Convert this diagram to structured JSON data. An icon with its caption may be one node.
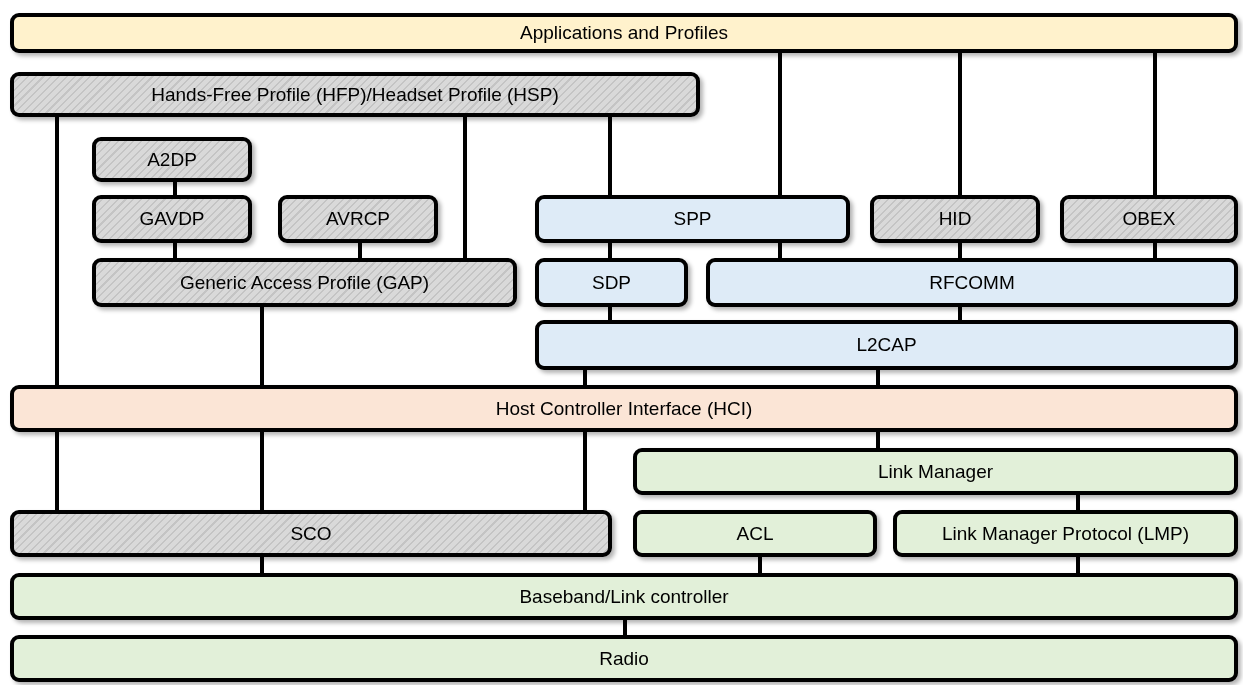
{
  "diagram": {
    "nodes": [
      {
        "text": [
          "Applications and Profiles"
        ]
      },
      {
        "text": [
          "Hands-Free Profile (HFP)/Headset Profile (HSP)"
        ]
      },
      {
        "text": [
          "A2DP"
        ]
      },
      {
        "text": [
          "GAVDP"
        ]
      },
      {
        "text": [
          "AVRCP"
        ]
      },
      {
        "text": [
          "Generic Access Profile (GAP)"
        ]
      },
      {
        "text": [
          "SPP"
        ]
      },
      {
        "text": [
          "HID"
        ]
      },
      {
        "text": [
          "OBEX"
        ]
      },
      {
        "text": [
          "SDP"
        ]
      },
      {
        "text": [
          "RFCOMM"
        ]
      },
      {
        "text": [
          "L2CAP"
        ]
      },
      {
        "text": [
          "Host Controller Interface (HCI)"
        ]
      },
      {
        "text": [
          "Link Manager"
        ]
      },
      {
        "text": [
          "SCO"
        ]
      },
      {
        "text": [
          "ACL"
        ]
      },
      {
        "text": [
          "Link Manager Protocol (LMP)"
        ]
      },
      {
        "text": [
          "Baseband/Link controller"
        ]
      },
      {
        "text": [
          "Radio"
        ]
      }
    ],
    "edges": [
      {
        "from": 0,
        "to": 6,
        "arrow": "none"
      },
      {
        "from": 0,
        "to": 7,
        "arrow": "none"
      },
      {
        "from": 0,
        "to": 8,
        "arrow": "none"
      },
      {
        "from": 1,
        "to": 12,
        "arrow": "none"
      },
      {
        "from": 1,
        "to": 5,
        "arrow": "none"
      },
      {
        "from": 1,
        "to": 6,
        "arrow": "none"
      },
      {
        "from": 2,
        "to": 3,
        "arrow": "none"
      },
      {
        "from": 3,
        "to": 5,
        "arrow": "none"
      },
      {
        "from": 4,
        "to": 5,
        "arrow": "none"
      },
      {
        "from": 5,
        "to": 12,
        "arrow": "none"
      },
      {
        "from": 6,
        "to": 9,
        "arrow": "none"
      },
      {
        "from": 6,
        "to": 10,
        "arrow": "none"
      },
      {
        "from": 7,
        "to": 10,
        "arrow": "none"
      },
      {
        "from": 8,
        "to": 10,
        "arrow": "none"
      },
      {
        "from": 9,
        "to": 11,
        "arrow": "none"
      },
      {
        "from": 10,
        "to": 11,
        "arrow": "none"
      },
      {
        "from": 11,
        "to": 12,
        "arrow": "none"
      },
      {
        "from": 11,
        "to": 12,
        "arrow": "none"
      },
      {
        "from": 12,
        "to": 13,
        "arrow": "none"
      },
      {
        "from": 12,
        "to": 14,
        "arrow": "none"
      },
      {
        "from": 12,
        "to": 14,
        "arrow": "none"
      },
      {
        "from": 12,
        "to": 14,
        "arrow": "none"
      },
      {
        "from": 13,
        "to": 16,
        "arrow": "none"
      },
      {
        "from": 14,
        "to": 17,
        "arrow": "none"
      },
      {
        "from": 15,
        "to": 17,
        "arrow": "none"
      },
      {
        "from": 16,
        "to": 17,
        "arrow": "none"
      },
      {
        "from": 17,
        "to": 18,
        "arrow": "none"
      }
    ]
  }
}
